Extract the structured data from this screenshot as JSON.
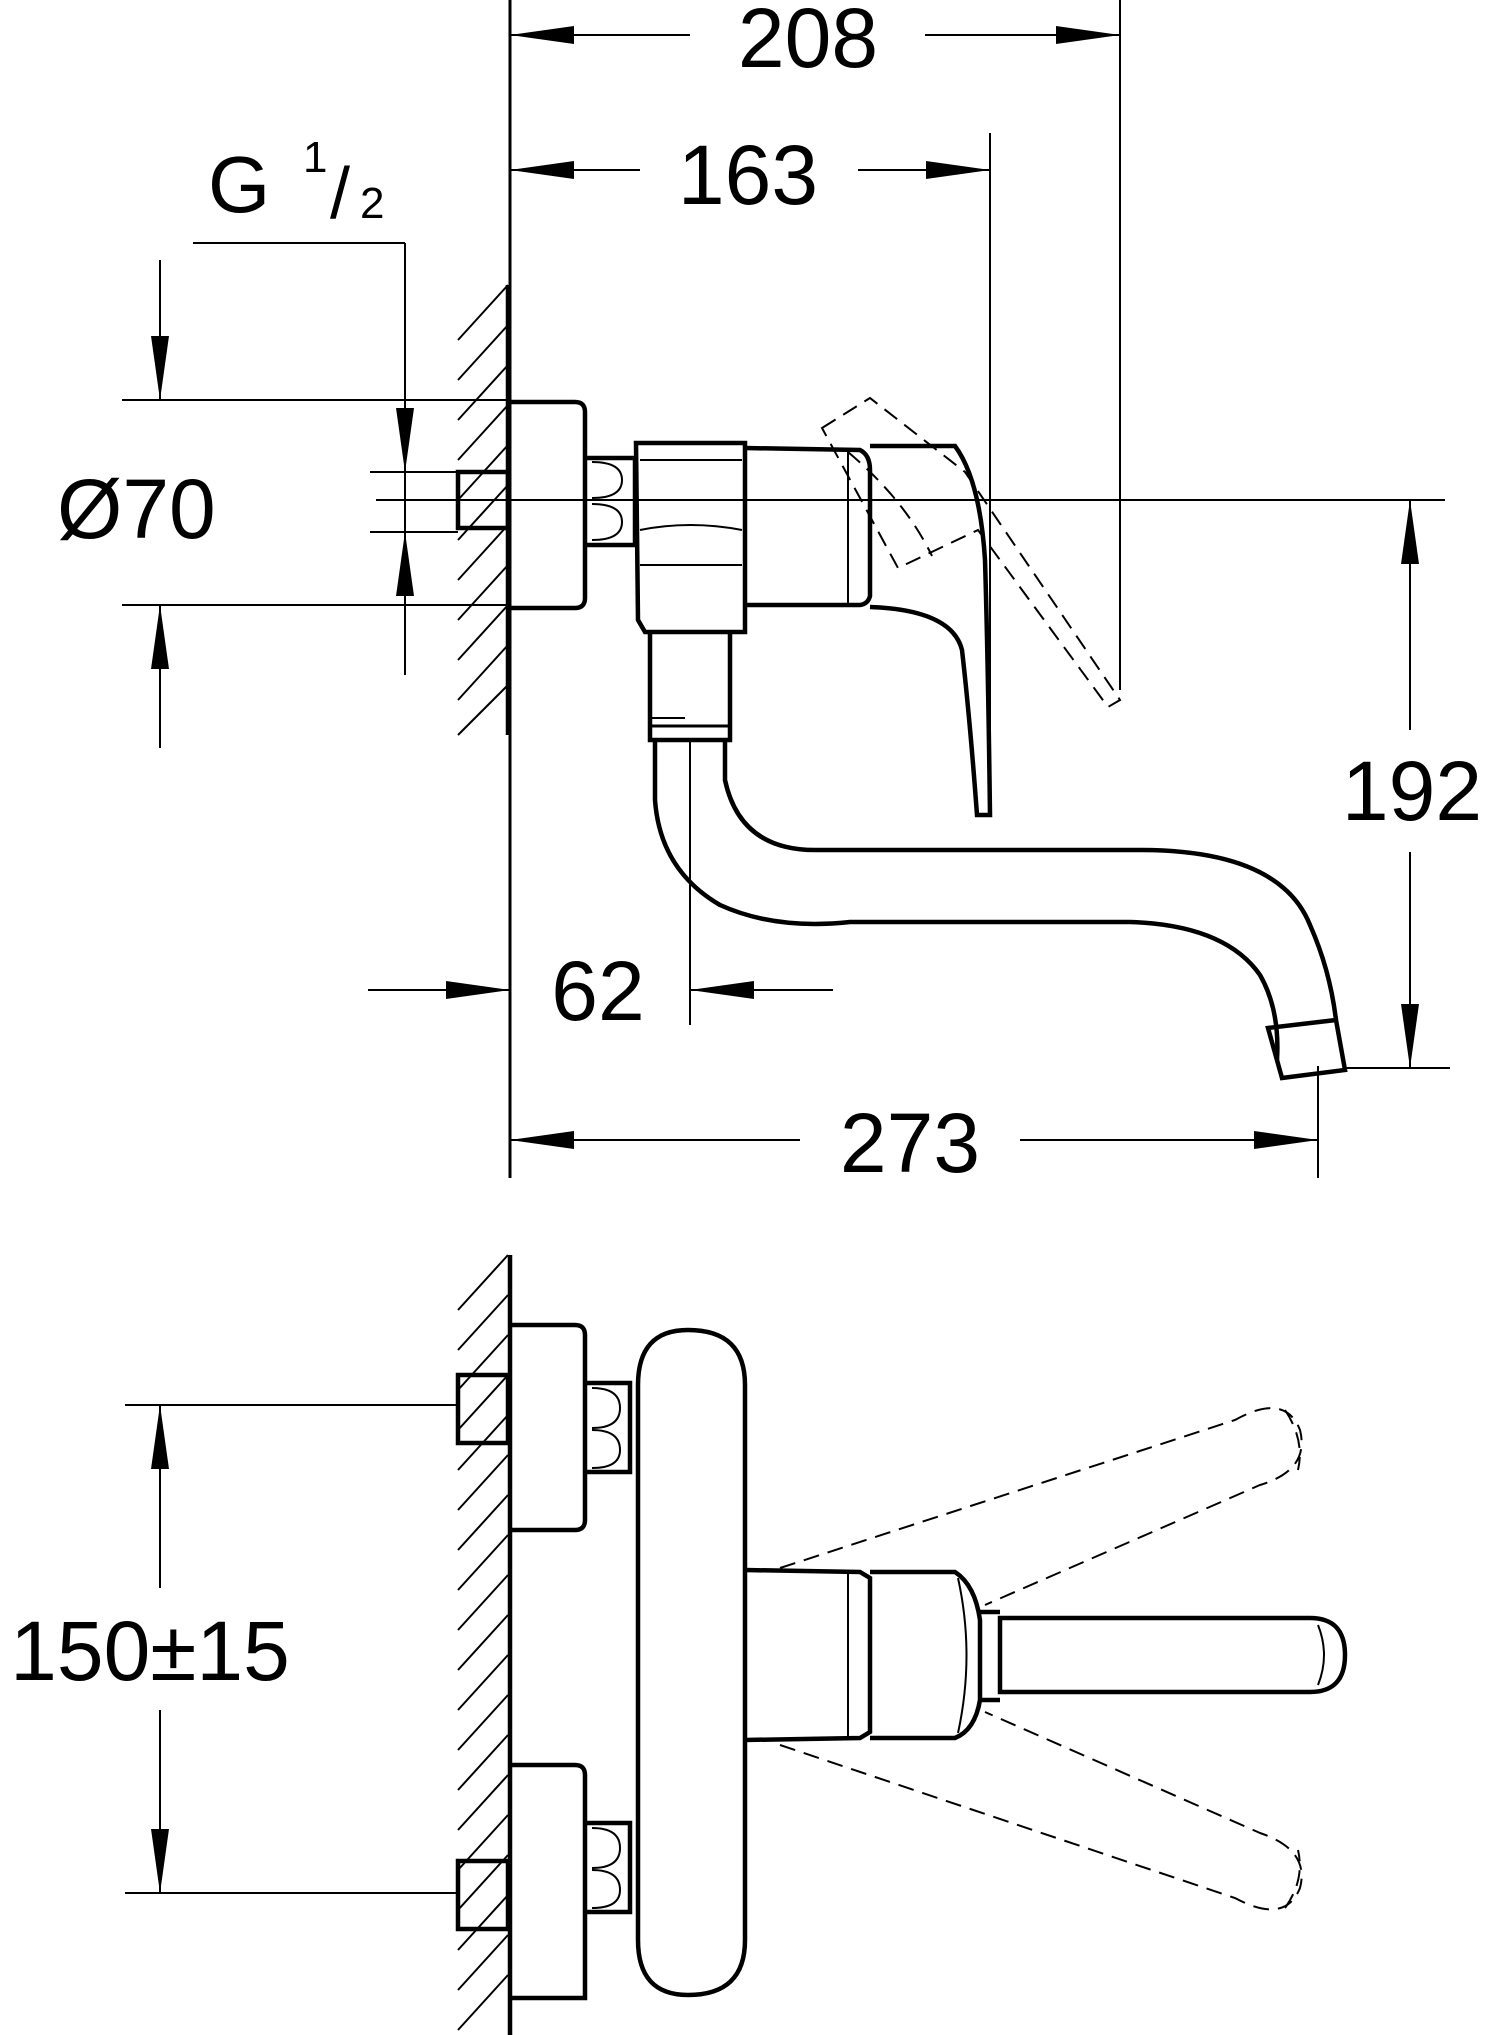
{
  "dimensions": {
    "d208": "208",
    "d163": "163",
    "thread_g": "G",
    "thread_num": "1",
    "thread_den": "2",
    "diameter": "Ø70",
    "d192": "192",
    "d62": "62",
    "d273": "273",
    "spacing": "150±15"
  }
}
